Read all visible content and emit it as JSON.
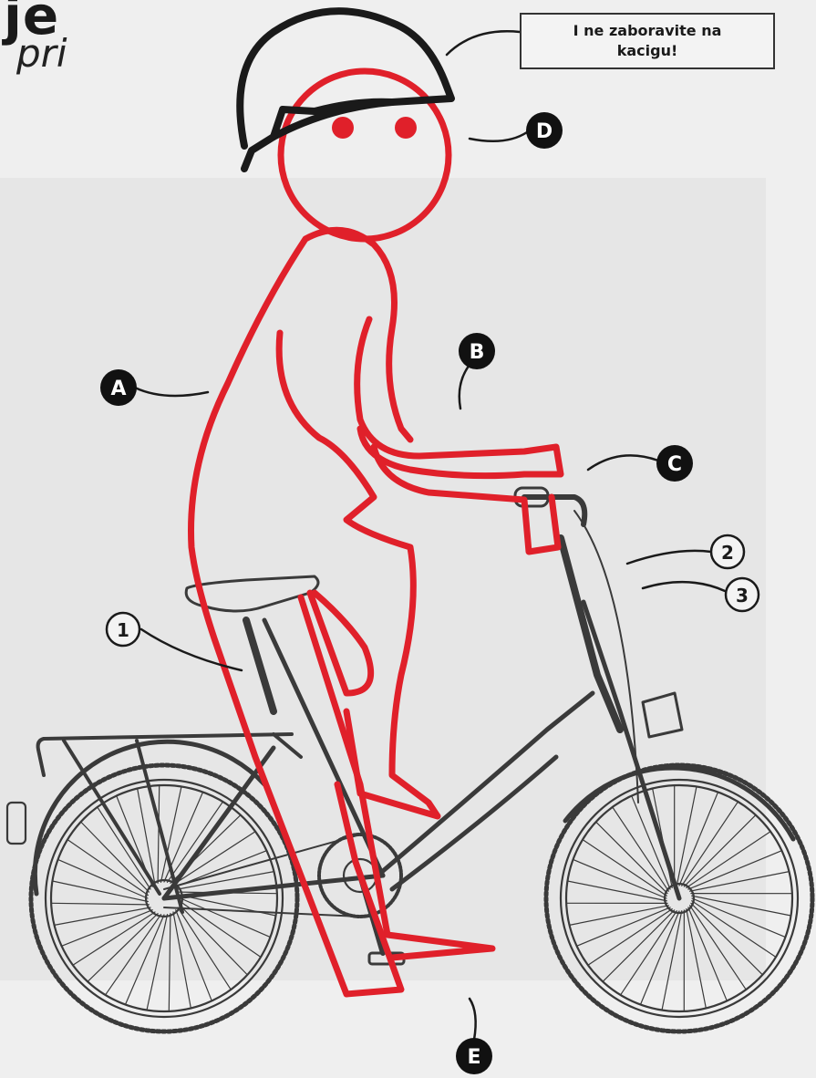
{
  "heading": {
    "title_fragment": "je",
    "subtitle_fragment": "pri"
  },
  "callout": {
    "text": "I ne zaboravite na kacigu!"
  },
  "markers": {
    "A": "A",
    "B": "B",
    "C": "C",
    "D": "D",
    "E": "E",
    "n1": "1",
    "n2": "2",
    "n3": "3"
  },
  "colors": {
    "background": "#efefef",
    "panel": "#e6e6e6",
    "figure_red": "#e0202a",
    "helmet": "#1a1a1a",
    "bike_line": "#3a3a3a",
    "marker_fill": "#111111",
    "marker_text": "#ffffff"
  }
}
